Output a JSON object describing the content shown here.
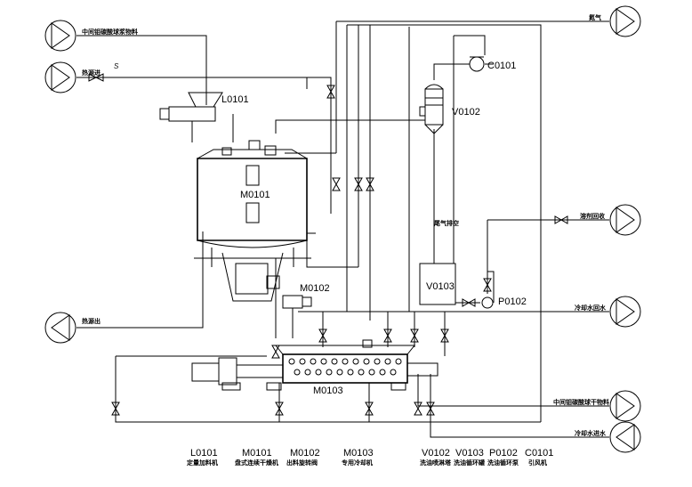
{
  "streams": {
    "in_midproduct": "中间钼碳酸球浆物料",
    "steam_in": "热源进",
    "heat_out": "热源出",
    "nitrogen": "氮气",
    "solvent_recovery": "溶剂回收",
    "cooling_return": "冷却水回水",
    "out_dried": "中间钼碳酸球干物料",
    "cooling_supply": "冷却水进水",
    "steam_trap_symbol": "S",
    "vent_label": "尾气排空"
  },
  "equipment_tags": {
    "L0101": "L0101",
    "M0101": "M0101",
    "M0102": "M0102",
    "M0103": "M0103",
    "V0102": "V0102",
    "V0103": "V0103",
    "P0102": "P0102",
    "C0101": "C0101"
  },
  "legend": [
    {
      "tag": "L0101",
      "name": "定量加料机"
    },
    {
      "tag": "M0101",
      "name": "盘式连续干燥机"
    },
    {
      "tag": "M0102",
      "name": "出料旋转阀"
    },
    {
      "tag": "M0103",
      "name": "专用冷却机"
    },
    {
      "tag": "V0102",
      "name": "洗油喷淋塔"
    },
    {
      "tag": "V0103",
      "name": "洗油循环罐"
    },
    {
      "tag": "P0102",
      "name": "洗油循环泵"
    },
    {
      "tag": "C0101",
      "name": "引风机"
    }
  ]
}
